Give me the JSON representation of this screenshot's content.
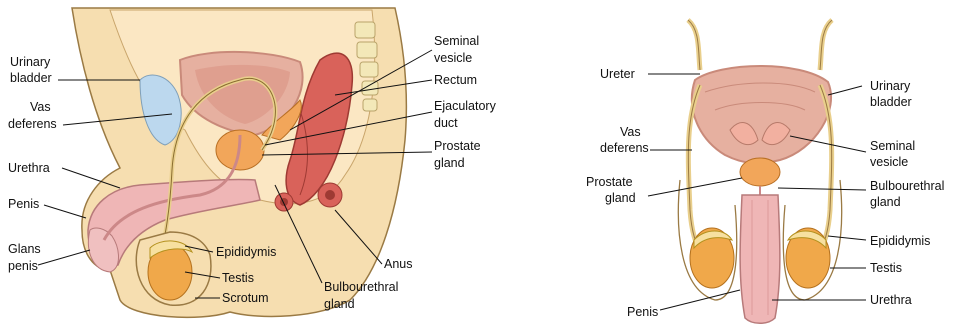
{
  "left_diagram": {
    "labels": {
      "urinary_bladder": [
        "Urinary",
        "bladder"
      ],
      "vas_deferens": [
        "Vas",
        "deferens"
      ],
      "urethra": [
        "Urethra"
      ],
      "penis": [
        "Penis"
      ],
      "glans_penis": [
        "Glans",
        "penis"
      ],
      "seminal_vesicle": [
        "Seminal",
        "vesicle"
      ],
      "rectum": [
        "Rectum"
      ],
      "ejaculatory_duct": [
        "Ejaculatory",
        "duct"
      ],
      "prostate_gland": [
        "Prostate",
        "gland"
      ],
      "epididymis": [
        "Epididymis"
      ],
      "testis": [
        "Testis"
      ],
      "scrotum": [
        "Scrotum"
      ],
      "anus": [
        "Anus"
      ],
      "bulbourethral_gland": [
        "Bulbourethral",
        "gland"
      ]
    }
  },
  "right_diagram": {
    "labels": {
      "ureter": [
        "Ureter"
      ],
      "vas_deferens": [
        "Vas",
        "deferens"
      ],
      "prostate_gland": [
        "Prostate",
        "gland"
      ],
      "penis": [
        "Penis"
      ],
      "urinary_bladder": [
        "Urinary",
        "bladder"
      ],
      "seminal_vesicle": [
        "Seminal",
        "vesicle"
      ],
      "bulbourethral_gland": [
        "Bulbourethral",
        "gland"
      ],
      "epididymis": [
        "Epididymis"
      ],
      "testis": [
        "Testis"
      ],
      "urethra": [
        "Urethra"
      ]
    }
  },
  "colors": {
    "skin": "#f6deb0",
    "skin_outline": "#9a7a44",
    "bladder": "#e6b0a0",
    "bladder_wall": "#c98a7a",
    "rectum": "#d9625a",
    "prostate": "#f2a65a",
    "testis": "#f0a84a",
    "bone": "#f3e8b8",
    "pink": "#efb6b6",
    "blue": "#bcd8ee"
  }
}
